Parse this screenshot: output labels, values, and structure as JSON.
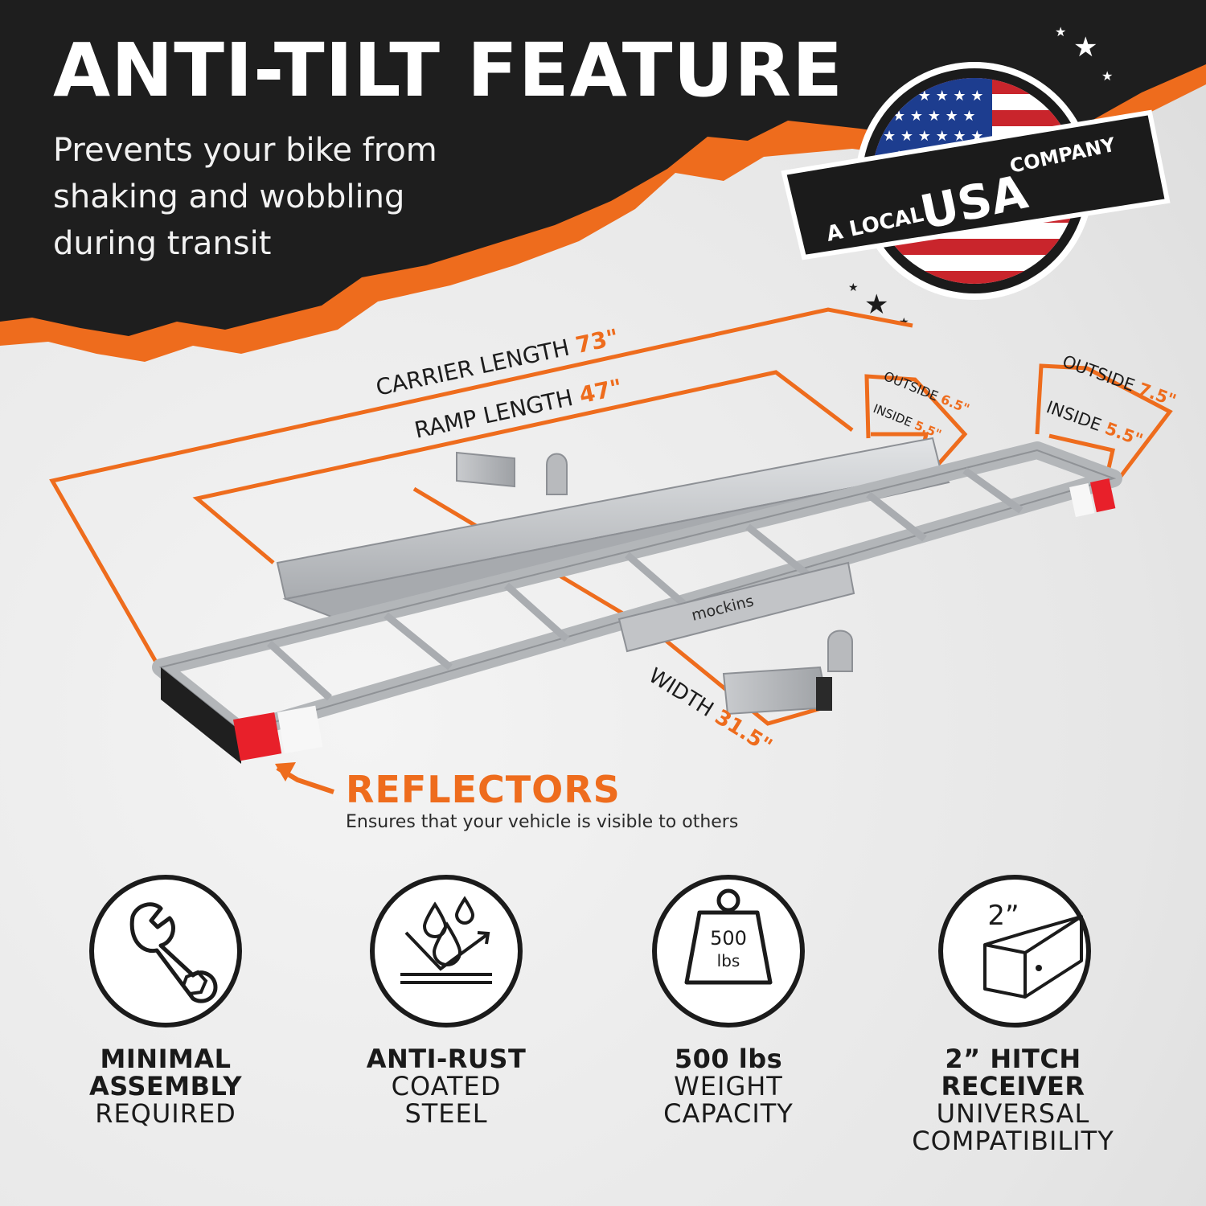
{
  "headline": "ANTI-TILT FEATURE",
  "subheadline": [
    "Prevents your bike from",
    "shaking and wobbling",
    "during transit"
  ],
  "badge": {
    "text_left": "A LOCAL",
    "text_main": "USA",
    "text_right": "COMPANY"
  },
  "dimensions": {
    "carrier_label": "CARRIER LENGTH",
    "carrier_value": "73\"",
    "ramp_label": "RAMP LENGTH",
    "ramp_value": "47\"",
    "outside_a_label": "OUTSIDE",
    "outside_a_value": "6.5\"",
    "inside_a_label": "INSIDE",
    "inside_a_value": "5.5\"",
    "outside_b_label": "OUTSIDE",
    "outside_b_value": "7.5\"",
    "inside_b_label": "INSIDE",
    "inside_b_value": "5.5\"",
    "width_label": "WIDTH",
    "width_value": "31.5\""
  },
  "brand": "mockins",
  "reflectors": {
    "title": "REFLECTORS",
    "subtitle": "Ensures that your vehicle is visible to others"
  },
  "features": [
    {
      "icon": "wrench-icon",
      "line1": "MINIMAL",
      "line2": "ASSEMBLY",
      "line3": "REQUIRED"
    },
    {
      "icon": "water-drops-icon",
      "line1": "ANTI-RUST",
      "line2": "COATED",
      "line3": "STEEL"
    },
    {
      "icon": "weight-icon",
      "icon_text1": "500",
      "icon_text2": "lbs",
      "line1": "500 lbs",
      "line2": "WEIGHT",
      "line3": "CAPACITY"
    },
    {
      "icon": "hitch-tube-icon",
      "icon_text1": "2”",
      "line1": "2” HITCH RECEIVER",
      "line2": "UNIVERSAL",
      "line3": "COMPATIBILITY"
    }
  ],
  "colors": {
    "accent": "#ee6c1d",
    "dark": "#1c1c1c",
    "silver": "#c4c6c8",
    "reflector": "#e8202a",
    "flag_blue": "#1d3d8f",
    "flag_red": "#c9252c"
  }
}
